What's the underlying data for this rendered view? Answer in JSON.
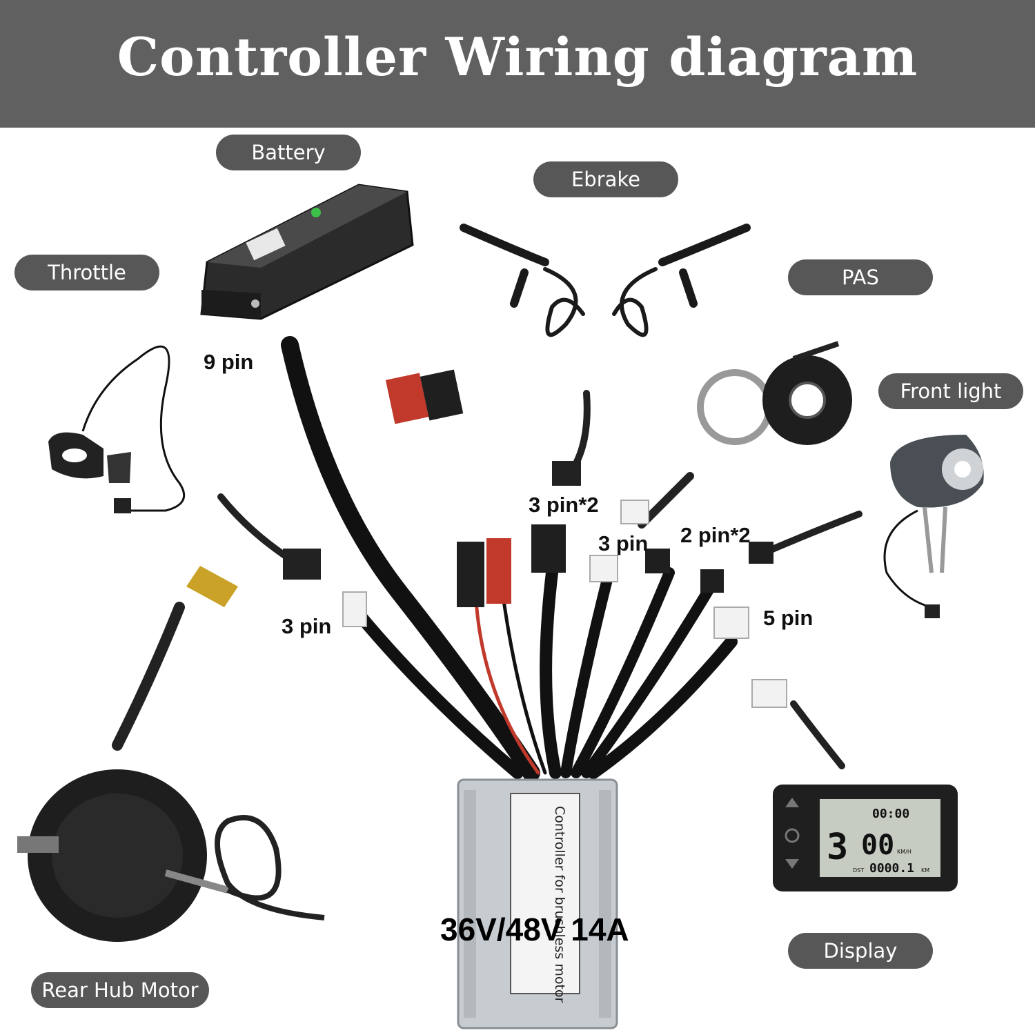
{
  "title": "Controller Wiring diagram",
  "components": {
    "battery": "Battery",
    "ebrake": "Ebrake",
    "throttle": "Throttle",
    "pas": "PAS",
    "front_light": "Front light",
    "rear_hub_motor": "Rear Hub Motor",
    "display": "Display"
  },
  "connectors": {
    "nine_pin": "9 pin",
    "three_pin_x2": "3 pin*2",
    "three_pin_pas": "3 pin",
    "two_pin_x2": "2 pin*2",
    "three_pin_throttle": "3 pin",
    "five_pin": "5 pin"
  },
  "controller": {
    "rating": "36V/48V 14A",
    "label_title": "Controller for brushless motor"
  },
  "display_screen": {
    "time": "00:00",
    "gear": "3",
    "speed": "00",
    "speed_unit": "KM/H",
    "dst_label": "DST",
    "distance": "0000.1",
    "distance_unit": "KM"
  },
  "colors": {
    "banner": "#606060",
    "pill": "#575757",
    "connector_red": "#c0392b"
  },
  "icons": {
    "battery": "battery-icon",
    "motor": "hub-motor-icon",
    "display": "lcd-display-icon"
  }
}
